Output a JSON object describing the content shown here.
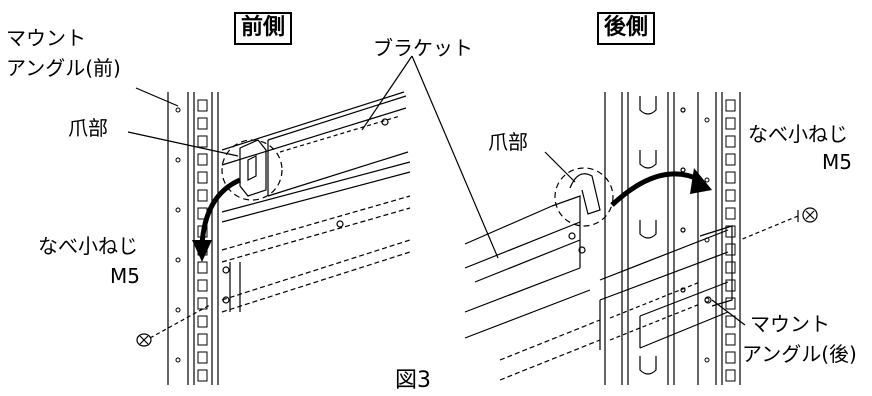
{
  "figure": {
    "caption": "図3",
    "front_view": {
      "heading": "前側",
      "mount_angle_label_line1": "マウント",
      "mount_angle_label_line2": "アングル(前)",
      "claw_label": "爪部",
      "screw_label": "なべ小ねじ",
      "screw_size": "M5"
    },
    "bracket_label": "ブラケット",
    "rear_view": {
      "heading": "後側",
      "claw_label": "爪部",
      "screw_label": "なべ小ねじ",
      "screw_size": "M5",
      "mount_angle_label_line1": "マウント",
      "mount_angle_label_line2": "アングル(後)"
    }
  }
}
